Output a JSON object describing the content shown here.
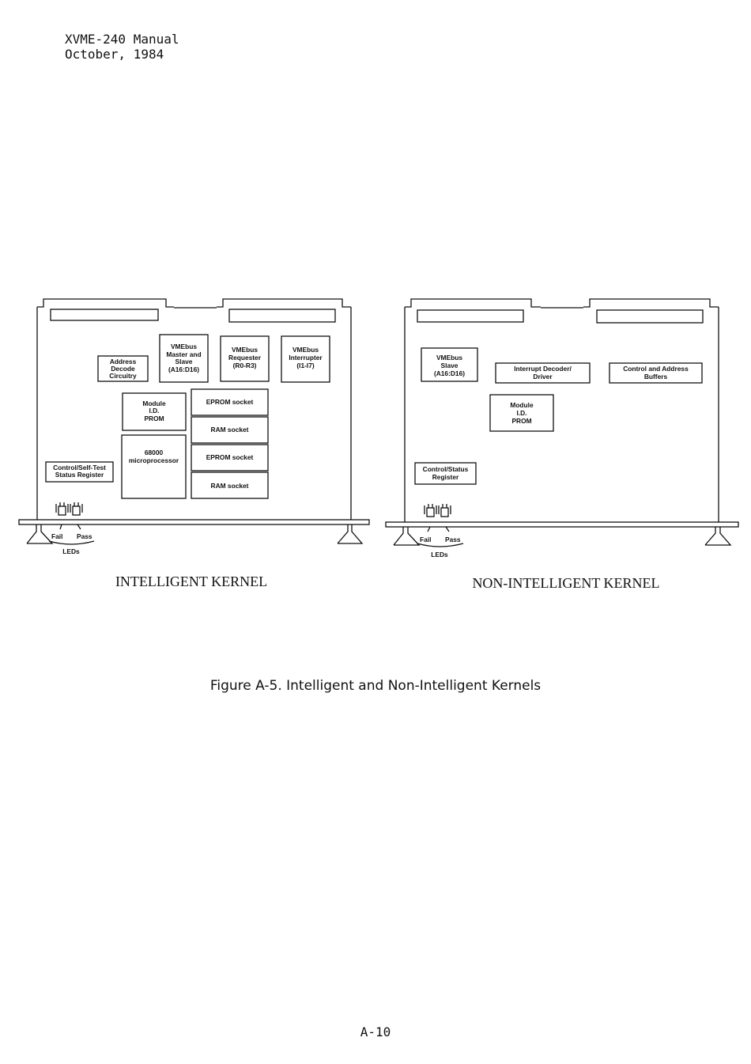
{
  "header": {
    "line1": "XVME-240 Manual",
    "line2": "October, 1984"
  },
  "intelligent": {
    "caption": "INTELLIGENT KERNEL",
    "blocks": {
      "address_decode": [
        "Address",
        "Decode",
        "Circuitry"
      ],
      "vme_master_slave": [
        "VMEbus",
        "Master and",
        "Slave",
        "(A16:D16)"
      ],
      "vme_requester": [
        "VMEbus",
        "Requester",
        "(R0-R3)"
      ],
      "vme_interrupter": [
        "VMEbus",
        "Interrupter",
        "(I1-I7)"
      ],
      "module_id_prom": [
        "Module",
        "I.D.",
        "PROM"
      ],
      "eprom_socket_1": [
        "EPROM socket"
      ],
      "ram_socket_1": [
        "RAM socket"
      ],
      "microprocessor": [
        "68000",
        "microprocessor"
      ],
      "eprom_socket_2": [
        "EPROM socket"
      ],
      "ram_socket_2": [
        "RAM socket"
      ],
      "control_self_test": [
        "Control/Self-Test",
        "Status Register"
      ]
    },
    "led_labels": {
      "fail": "Fail",
      "pass": "Pass",
      "leds": "LEDs"
    }
  },
  "non_intelligent": {
    "caption": "NON-INTELLIGENT KERNEL",
    "blocks": {
      "vme_slave": [
        "VMEbus",
        "Slave",
        "(A16:D16)"
      ],
      "interrupt_decoder": [
        "Interrupt Decoder/",
        "Driver"
      ],
      "control_address_buffers": [
        "Control and Address",
        "Buffers"
      ],
      "module_id_prom": [
        "Module",
        "I.D.",
        "PROM"
      ],
      "control_status": [
        "Control/Status",
        "Register"
      ]
    },
    "led_labels": {
      "fail": "Fail",
      "pass": "Pass",
      "leds": "LEDs"
    }
  },
  "figure_caption": "Figure A-5.  Intelligent and Non-Intelligent Kernels",
  "page_number": "A-10"
}
